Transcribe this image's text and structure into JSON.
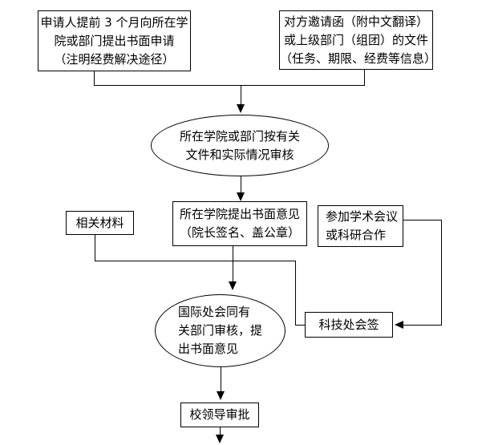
{
  "flowchart": {
    "background_color": "#ffffff",
    "line_color": "#000000",
    "nodes": {
      "applicant_request": {
        "shape": "rect",
        "label": "申请人提前 3 个月向所在学\n院或部门提出书面申请\n（注明经费解决途径）"
      },
      "invitation_docs": {
        "shape": "rect",
        "label": "对方邀请函（附中文翻译）\n或上级部门（组团）的文件\n（任务、期限、经费等信息）"
      },
      "college_review": {
        "shape": "ellipse",
        "label": "所在学院或部门按有关\n文件和实际情况审核"
      },
      "related_materials": {
        "shape": "rect",
        "label": "相关材料"
      },
      "college_opinion": {
        "shape": "rect",
        "label": "所在学院提出书面意见\n（院长签名、盖公章）"
      },
      "conference": {
        "shape": "rect",
        "label": "参加学术会议\n或科研合作"
      },
      "intl_office_review": {
        "shape": "ellipse",
        "label": "国际处会同有\n关部门审核，提\n出书面意见"
      },
      "sci_tech_countersign": {
        "shape": "rect",
        "label": "科技处会签"
      },
      "leader_approval": {
        "shape": "rect",
        "label": "校领导审批"
      }
    }
  }
}
